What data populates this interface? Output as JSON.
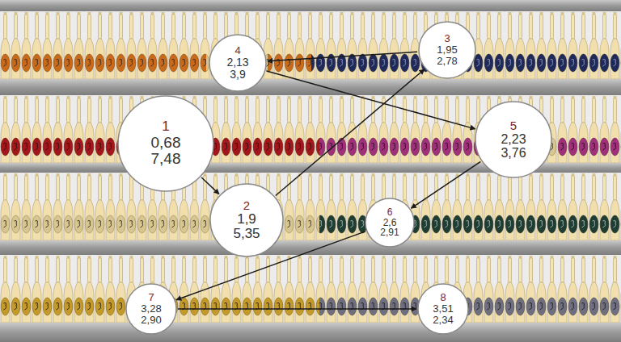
{
  "diagram": {
    "nodes": [
      {
        "text": [
          "1",
          "0,68",
          "7,48"
        ]
      },
      {
        "text": [
          "2",
          "1,9",
          "5,35"
        ]
      },
      {
        "text": [
          "3",
          "1,95",
          "2,78"
        ]
      },
      {
        "text": [
          "4",
          "2,13",
          "3,9"
        ]
      },
      {
        "text": [
          "5",
          "2,23",
          "3,76"
        ]
      },
      {
        "text": [
          "6",
          "2,6",
          "2,91"
        ]
      },
      {
        "text": [
          "7",
          "3,28",
          "2,90"
        ]
      },
      {
        "text": [
          "8",
          "3,51",
          "2,34"
        ]
      }
    ],
    "edges": [
      {
        "from": 0,
        "to": 1,
        "arrow": "to"
      },
      {
        "from": 1,
        "to": 2,
        "arrow": "to"
      },
      {
        "from": 2,
        "to": 3,
        "arrow": "to"
      },
      {
        "from": 3,
        "to": 4,
        "arrow": "to"
      },
      {
        "from": 4,
        "to": 5,
        "arrow": "to"
      },
      {
        "from": 5,
        "to": 6,
        "arrow": "to"
      },
      {
        "from": 6,
        "to": 7,
        "arrow": "to"
      }
    ]
  }
}
